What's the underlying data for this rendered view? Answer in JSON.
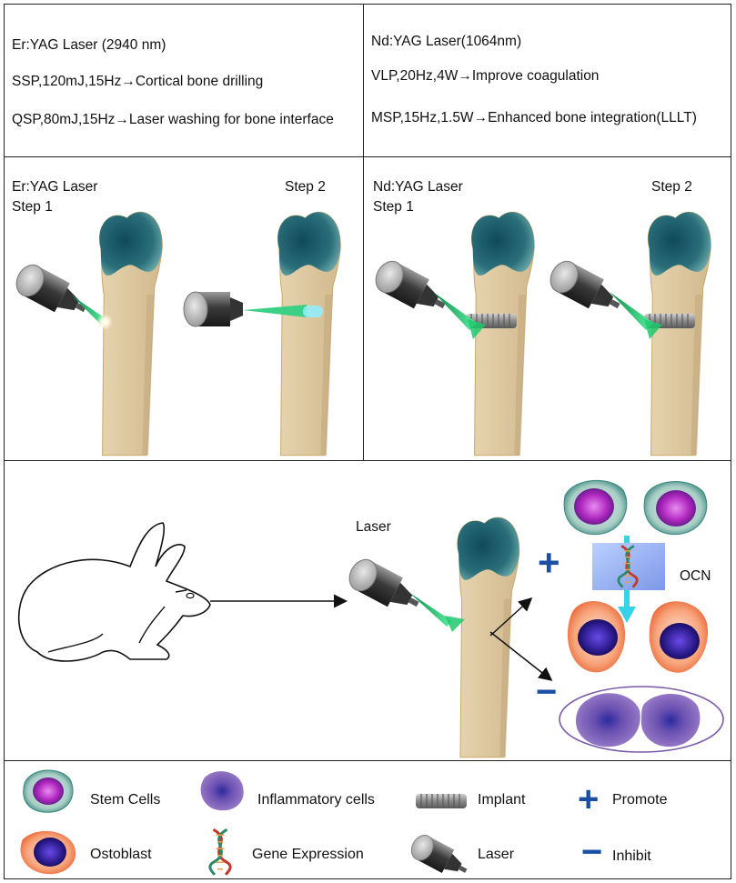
{
  "top_left": {
    "title": "Er:YAG Laser (2940 nm)",
    "line1": "SSP,120mJ,15Hz→Cortical bone drilling",
    "line2": "QSP,80mJ,15Hz→Laser washing for bone interface"
  },
  "top_right": {
    "title": "Nd:YAG Laser(1064nm)",
    "line1": "VLP,20Hz,4W→Improve coagulation",
    "line2": "MSP,15Hz,1.5W→Enhanced bone integration(LLLT)"
  },
  "mid_left": {
    "title": "Er:YAG Laser",
    "step1": "Step 1",
    "step2": "Step 2"
  },
  "mid_right": {
    "title": "Nd:YAG Laser",
    "step1": "Step 1",
    "step2": "Step 2"
  },
  "bottom": {
    "laser_label": "Laser",
    "ocn_label": "OCN",
    "plus": "+",
    "minus": "−"
  },
  "legend": {
    "stem_cells": "Stem Cells",
    "inflammatory": "Inflammatory cells",
    "implant": "Implant",
    "promote": "Promote",
    "osteoblast": "Ostoblast",
    "gene_expression": "Gene Expression",
    "laser": "Laser",
    "inhibit": "Inhibit",
    "plus_symbol": "+",
    "minus_symbol": "−"
  },
  "colors": {
    "bone": "#d9c29a",
    "bone_head": "#1f5b6b",
    "stem_outer": "#6fa89d",
    "stem_inner": "#b028c0",
    "osteo_outer": "#f08a5a",
    "osteo_inner": "#2a1a8a",
    "inflam": "#7a5aa8",
    "beam": "#2ecf7a",
    "accent": "#1a4fa3",
    "cyan_arrow": "#36d3e8"
  }
}
